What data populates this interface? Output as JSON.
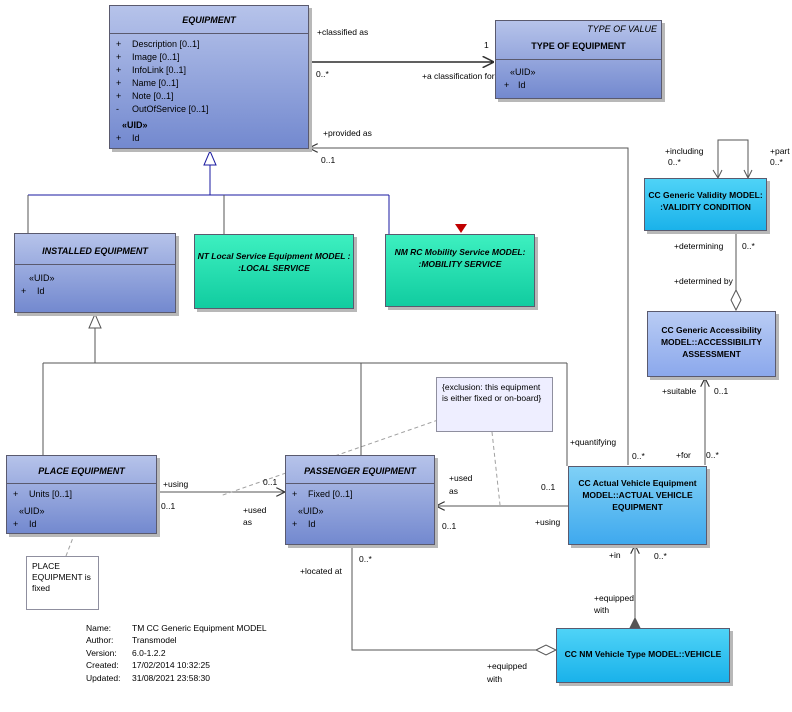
{
  "classes": {
    "equipment": {
      "title": "EQUIPMENT",
      "attributes": [
        {
          "vis": "+",
          "text": "Description [0..1]"
        },
        {
          "vis": "+",
          "text": "Image [0..1]"
        },
        {
          "vis": "+",
          "text": "InfoLink [0..1]"
        },
        {
          "vis": "+",
          "text": "Name [0..1]"
        },
        {
          "vis": "+",
          "text": "Note [0..1]"
        },
        {
          "vis": "-",
          "text": "OutOfService [0..1]"
        }
      ],
      "uid_label": "«UID»",
      "uid_vis": "+",
      "uid_attr": "Id"
    },
    "type_of_equipment": {
      "stereotype": "TYPE OF VALUE",
      "title": "TYPE OF EQUIPMENT",
      "uid_label": "«UID»",
      "uid_vis": "+",
      "uid_attr": "Id"
    },
    "installed_equipment": {
      "title": "INSTALLED EQUIPMENT",
      "uid_label": "«UID»",
      "uid_vis": "+",
      "uid_attr": "Id"
    },
    "local_service": {
      "line1": "NT Local Service Equipment MODEL :",
      "line2": ":LOCAL SERVICE"
    },
    "mobility_service": {
      "line1": "NM RC Mobility Service MODEL:",
      "line2": ":MOBILITY SERVICE"
    },
    "validity_condition": {
      "line1": "CC Generic Validity MODEL:",
      "line2": ":VALIDITY CONDITION"
    },
    "accessibility_assessment": {
      "line1": "CC Generic Accessibility",
      "line2": "MODEL::ACCESSIBILITY",
      "line3": "ASSESSMENT"
    },
    "place_equipment": {
      "title": "PLACE EQUIPMENT",
      "attr_vis": "+",
      "attr": "Units [0..1]",
      "uid_label": "«UID»",
      "uid_vis": "+",
      "uid_attr": "Id"
    },
    "passenger_equipment": {
      "title": "PASSENGER EQUIPMENT",
      "attr_vis": "+",
      "attr": "Fixed [0..1]",
      "uid_label": "«UID»",
      "uid_vis": "+",
      "uid_attr": "Id"
    },
    "actual_vehicle_equipment": {
      "line1": "CC Actual Vehicle Equipment",
      "line2": "MODEL::ACTUAL VEHICLE",
      "line3": "EQUIPMENT"
    },
    "vehicle": {
      "line1": "CC NM Vehicle Type MODEL::VEHICLE"
    }
  },
  "notes": {
    "exclusion": {
      "line1": "{exclusion: this equipment",
      "line2": "is either fixed or on-board}"
    },
    "place_fixed": {
      "line1": "PLACE",
      "line2": "EQUIPMENT is",
      "line3": "fixed"
    }
  },
  "labels": {
    "classified_as": "+classified as",
    "mult_1": "1",
    "mult_0n_equipment": "0..*",
    "a_classification_for": "+a classification for",
    "provided_as": "+provided as",
    "mult_01_provided": "0..1",
    "including": "+including",
    "mult_0n_including": "0..*",
    "part": "+part",
    "mult_0n_part": "0..*",
    "determining": "+determining",
    "mult_0n_determining": "0..*",
    "determined_by": "+determined by",
    "suitable": "+suitable",
    "mult_01_suitable": "0..1",
    "quantifying": "+quantifying",
    "mult_0n_quantifying": "0..*",
    "for": "+for",
    "mult_0n_for": "0..*",
    "using_place": "+using",
    "mult_01_using_place": "0..1",
    "mult_01_used_as_place": "0..1",
    "used_as_place_1": "+used",
    "used_as_place_2": "as",
    "used_as_actual_1": "+used",
    "used_as_actual_2": "as",
    "mult_01_actual_top": "0..1",
    "mult_01_actual_bottom": "0..1",
    "using_actual": "+using",
    "in": "+in",
    "mult_0n_in": "0..*",
    "equipped_with_1": "+equipped",
    "equipped_with_2": "with",
    "located_at": "+located at",
    "mult_0n_located": "0..*",
    "equipped_with_bottom_1": "+equipped",
    "equipped_with_bottom_2": "with"
  },
  "metadata": [
    {
      "key": "Name:",
      "value": "TM CC Generic Equipment MODEL"
    },
    {
      "key": "Author:",
      "value": "Transmodel"
    },
    {
      "key": "Version:",
      "value": "6.0-1.2.2"
    },
    {
      "key": "Created:",
      "value": "17/02/2014 10:32:25"
    },
    {
      "key": "Updated:",
      "value": "31/08/2021 23:58:30"
    }
  ],
  "colors": {
    "class_blue": "#7f93d4",
    "class_cyan": "#2bbbf0",
    "class_green": "#1ed8aa",
    "marker_red": "#c00000",
    "generalization_line": "#1a1aa0"
  }
}
